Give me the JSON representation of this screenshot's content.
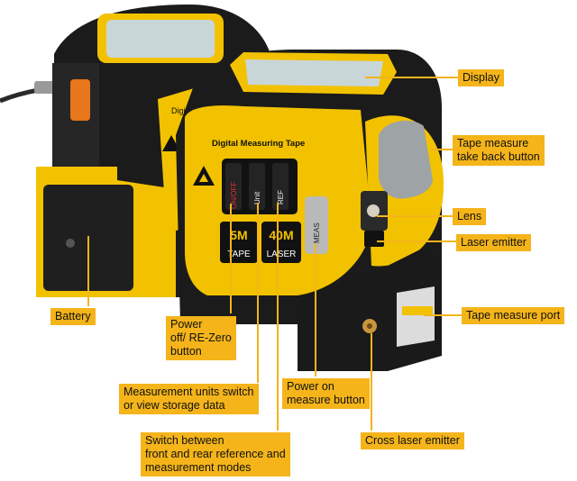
{
  "device": {
    "front_title": "Digital Measuring Tape",
    "rear_title": "Digital",
    "button_labels": [
      "ON/OFF",
      "Unit",
      "REF",
      "MEAS"
    ],
    "tape_range": "5M",
    "tape_word": "TAPE",
    "laser_range": "40M",
    "laser_word": "LASER"
  },
  "callouts": {
    "display": "Display",
    "take_back_line1": "Tape measure",
    "take_back_line2": "take back button",
    "lens": "Lens",
    "laser_emitter": "Laser emitter",
    "tape_port": "Tape measure port",
    "battery": "Battery",
    "power_line1": "Power",
    "power_line2": "off/ RE-Zero",
    "power_line3": "button",
    "units_line1": "Measurement units switch",
    "units_line2": "or view storage data",
    "power_on_line1": "Power on",
    "power_on_line2": "measure button",
    "switch_line1": "Switch between",
    "switch_line2": "front and rear reference and",
    "switch_line3": "measurement modes",
    "cross_laser": "Cross laser emitter"
  },
  "colors": {
    "yellow": "#f2c200",
    "callout": "#f4b41a",
    "body": "#1b1b1b",
    "screen": "#c9d6d8"
  }
}
